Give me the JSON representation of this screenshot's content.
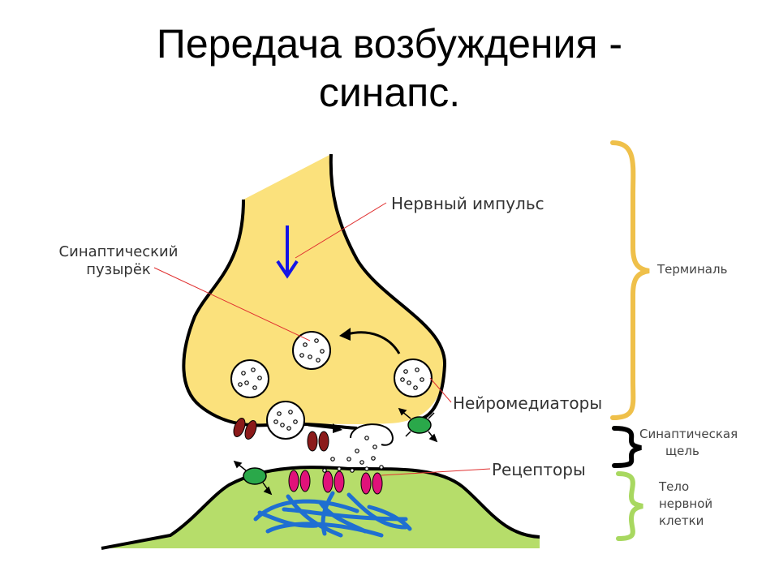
{
  "title": {
    "line1": "Передача возбуждения -",
    "line2": "синапс."
  },
  "labels": {
    "nerve_impulse": "Нервный импульс",
    "vesicle_line1": "Синаптический",
    "vesicle_line2": "пузырёк",
    "neuromediators": "Нейромедиаторы",
    "receptors": "Рецепторы",
    "terminal": "Терминаль",
    "cleft_line1": "Синаптическая",
    "cleft_line2": "щель",
    "body_line1": "Тело",
    "body_line2": "нервной",
    "body_line3": "клетки"
  },
  "colors": {
    "terminal_fill": "#fbe17c",
    "cell_body_fill": "#b6dd6a",
    "terminal_brace": "#efc04a",
    "cleft_brace": "#000000",
    "body_brace": "#a8d860",
    "pointer_lines": "#e03030",
    "impulse_arrow": "#1414e6",
    "dark_red_channels": "#8b1a1a",
    "receptors": "#e0127a",
    "transporters": "#2aa84a",
    "fibers": "#1f6fd1"
  }
}
